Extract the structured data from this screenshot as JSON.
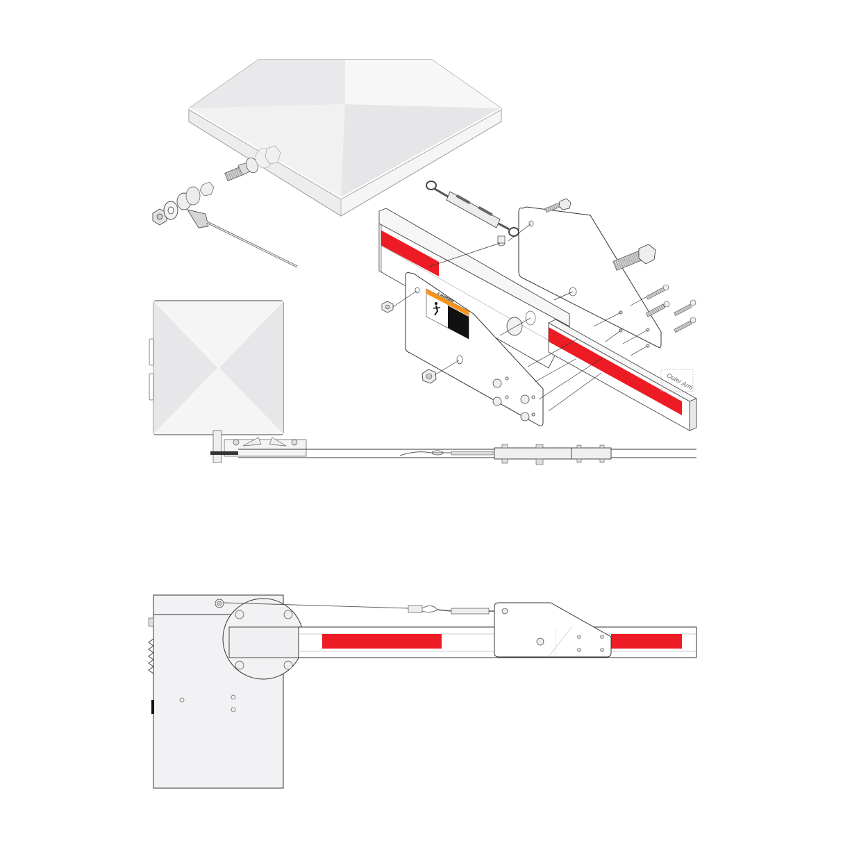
{
  "figure": {
    "type": "barrier-gate-arm-installation-diagram",
    "colors": {
      "background": "#ffffff",
      "reflective_stripe": "#ED1C24",
      "outline": "#333333",
      "light_fill": "#F2F2F3",
      "shade_fill": "#E6E6E8",
      "warning_orange": "#F7941D",
      "warning_black": "#111111"
    }
  },
  "views": {
    "exploded_isometric": {
      "components": [
        "cabinet-top-cover",
        "cable-eye-bolt-assembly",
        "turnbuckle",
        "inner-arm-with-red-stripe",
        "front-bracket-plate",
        "rear-bracket-plate",
        "outer-arm-with-red-stripe",
        "spacer-tubes",
        "hex-bolts",
        "lock-nuts"
      ],
      "warning_label": {
        "header": "⚠ WARNING",
        "icon": "person-struck-by-arm-icon"
      },
      "outer_arm_label": "Outer Arm"
    },
    "top_view": {
      "components": [
        "cabinet-top",
        "hub-plate",
        "cable",
        "turnbuckle",
        "splice-bracket",
        "arm"
      ]
    },
    "side_view": {
      "components": [
        "cabinet",
        "hub-round-plate",
        "cable",
        "turnbuckle",
        "splice-bracket",
        "arm-red-stripes"
      ]
    }
  }
}
